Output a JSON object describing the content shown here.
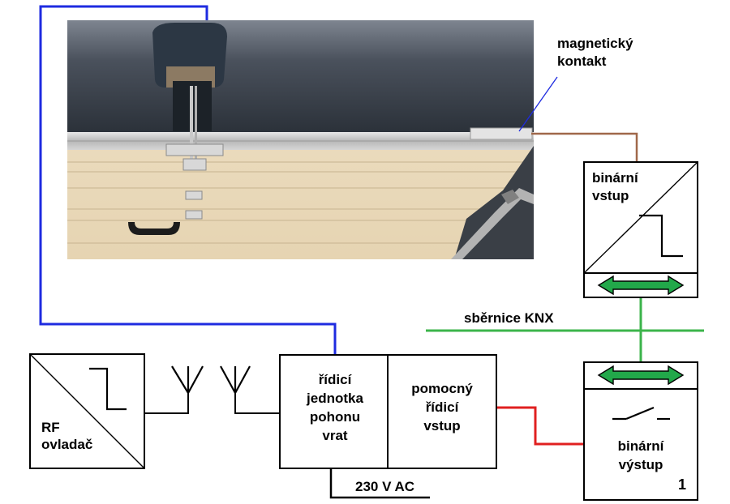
{
  "labels": {
    "magnetic_contact_line1": "magnetický",
    "magnetic_contact_line2": "kontakt",
    "binary_input_line1": "binární",
    "binary_input_line2": "vstup",
    "knx_bus": "sběrnice KNX",
    "rf_line1": "RF",
    "rf_line2": "ovladač",
    "control_unit_line1": "řídicí",
    "control_unit_line2": "jednotka",
    "control_unit_line3": "pohonu",
    "control_unit_line4": "vrat",
    "aux_input_line1": "pomocný",
    "aux_input_line2": "řídicí",
    "aux_input_line3": "vstup",
    "binary_output_line1": "binární",
    "binary_output_line2": "výstup",
    "channel_number": "1",
    "power_supply": "230 V AC"
  },
  "colors": {
    "photo_wire": "#1e2be0",
    "sensor_wire": "#a0684a",
    "knx_bus": "#3cb44b",
    "relay_wire": "#e02020",
    "bus_arrow_fill": "#22a84a",
    "photo_ceiling": "#353c46",
    "photo_door": "#ecdcbe"
  },
  "icons": {
    "photo": "garage-door-photo",
    "antenna": "antenna-icon",
    "bus_arrow": "double-arrow-icon",
    "switch": "switch-contact-icon",
    "step_signal": "step-signal-icon"
  }
}
